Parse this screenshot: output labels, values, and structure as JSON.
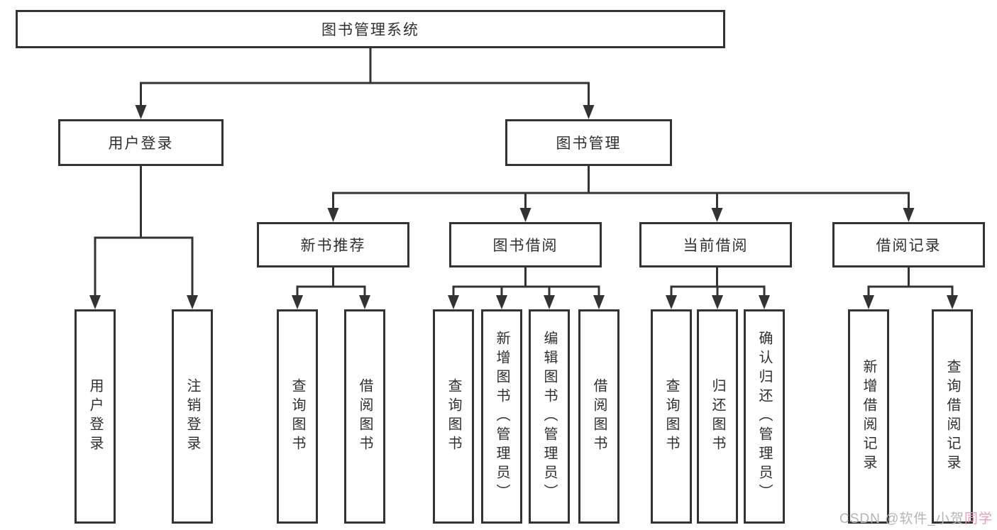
{
  "nodes": {
    "root": "图书管理系统",
    "level2": [
      "用户登录",
      "图书管理"
    ],
    "level3": [
      "新书推荐",
      "图书借阅",
      "当前借阅",
      "借阅记录"
    ],
    "leaves_user_login": [
      "用户登录",
      "注销登录"
    ],
    "leaves_new_book": [
      "查询图书",
      "借阅图书"
    ],
    "leaves_book_borrow": [
      "查询图书",
      "新增图书（管理员）",
      "编辑图书（管理员）",
      "借阅图书"
    ],
    "leaves_current_borrow": [
      "查询图书",
      "归还图书",
      "确认归还（管理员）"
    ],
    "leaves_borrow_records": [
      "新增借阅记录",
      "查询借阅记录"
    ]
  },
  "watermark": {
    "text_gray": "CSDN @软件_小贺",
    "text_pink": "同学"
  },
  "colors": {
    "line": "#333333",
    "text": "#2f2f2f",
    "box_fill": "#ffffff",
    "watermark_gray": "#b5b5b5",
    "watermark_pink": "#e79db4"
  }
}
